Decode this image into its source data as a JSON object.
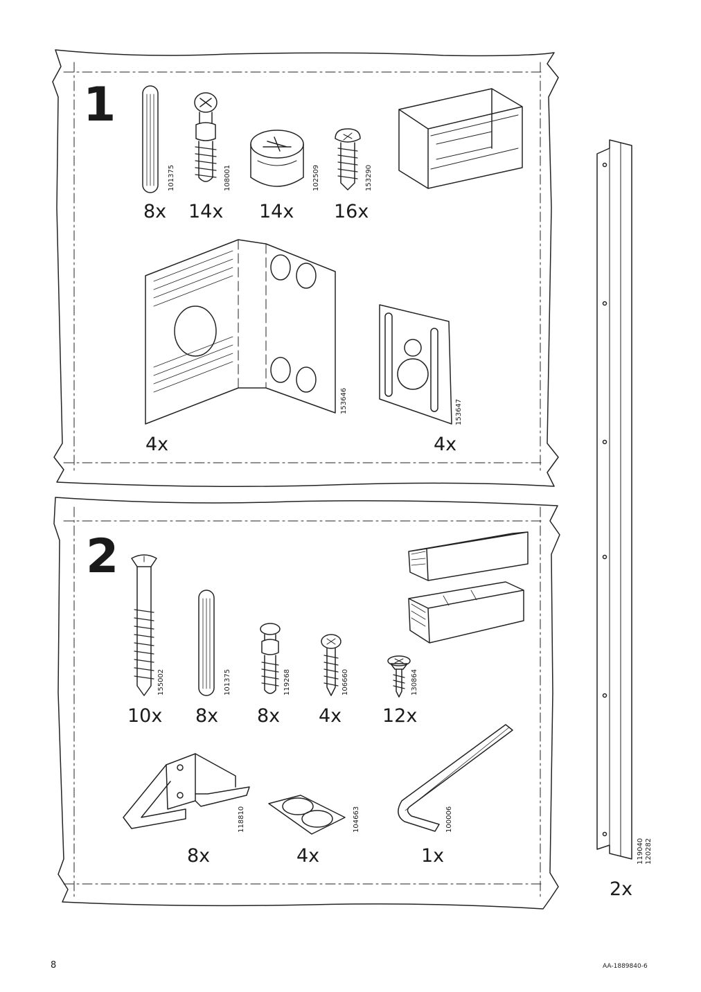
{
  "page_number": "8",
  "doc_code": "AA-1889840-6",
  "step1": {
    "number": "1",
    "parts": [
      {
        "icon": "dowel-icon",
        "code": "101375",
        "qty": "8x"
      },
      {
        "icon": "cam-bolt-icon",
        "code": "108001",
        "qty": "14x"
      },
      {
        "icon": "cam-lock-icon",
        "code": "102509",
        "qty": "14x"
      },
      {
        "icon": "screw-icon",
        "code": "153290",
        "qty": "16x"
      },
      {
        "icon": "corner-bracket-icon",
        "code": "153646",
        "qty": "4x"
      },
      {
        "icon": "wall-plate-icon",
        "code": "153647",
        "qty": "4x"
      }
    ]
  },
  "step2": {
    "number": "2",
    "parts": [
      {
        "icon": "long-screw-icon",
        "code": "155002",
        "qty": "10x"
      },
      {
        "icon": "dowel-icon",
        "code": "101375",
        "qty": "8x"
      },
      {
        "icon": "cam-bolt-icon",
        "code": "119268",
        "qty": "8x"
      },
      {
        "icon": "wood-screw-icon",
        "code": "106660",
        "qty": "4x"
      },
      {
        "icon": "countersunk-screw-icon",
        "code": "130864",
        "qty": "12x"
      },
      {
        "icon": "drawer-bracket-icon",
        "code": "118810",
        "qty": "8x"
      },
      {
        "icon": "bumper-pads-icon",
        "code": "104663",
        "qty": "4x"
      },
      {
        "icon": "allen-key-icon",
        "code": "100006",
        "qty": "1x"
      }
    ]
  },
  "rail": {
    "code_1": "119040",
    "code_2": "120282",
    "qty": "2x"
  }
}
